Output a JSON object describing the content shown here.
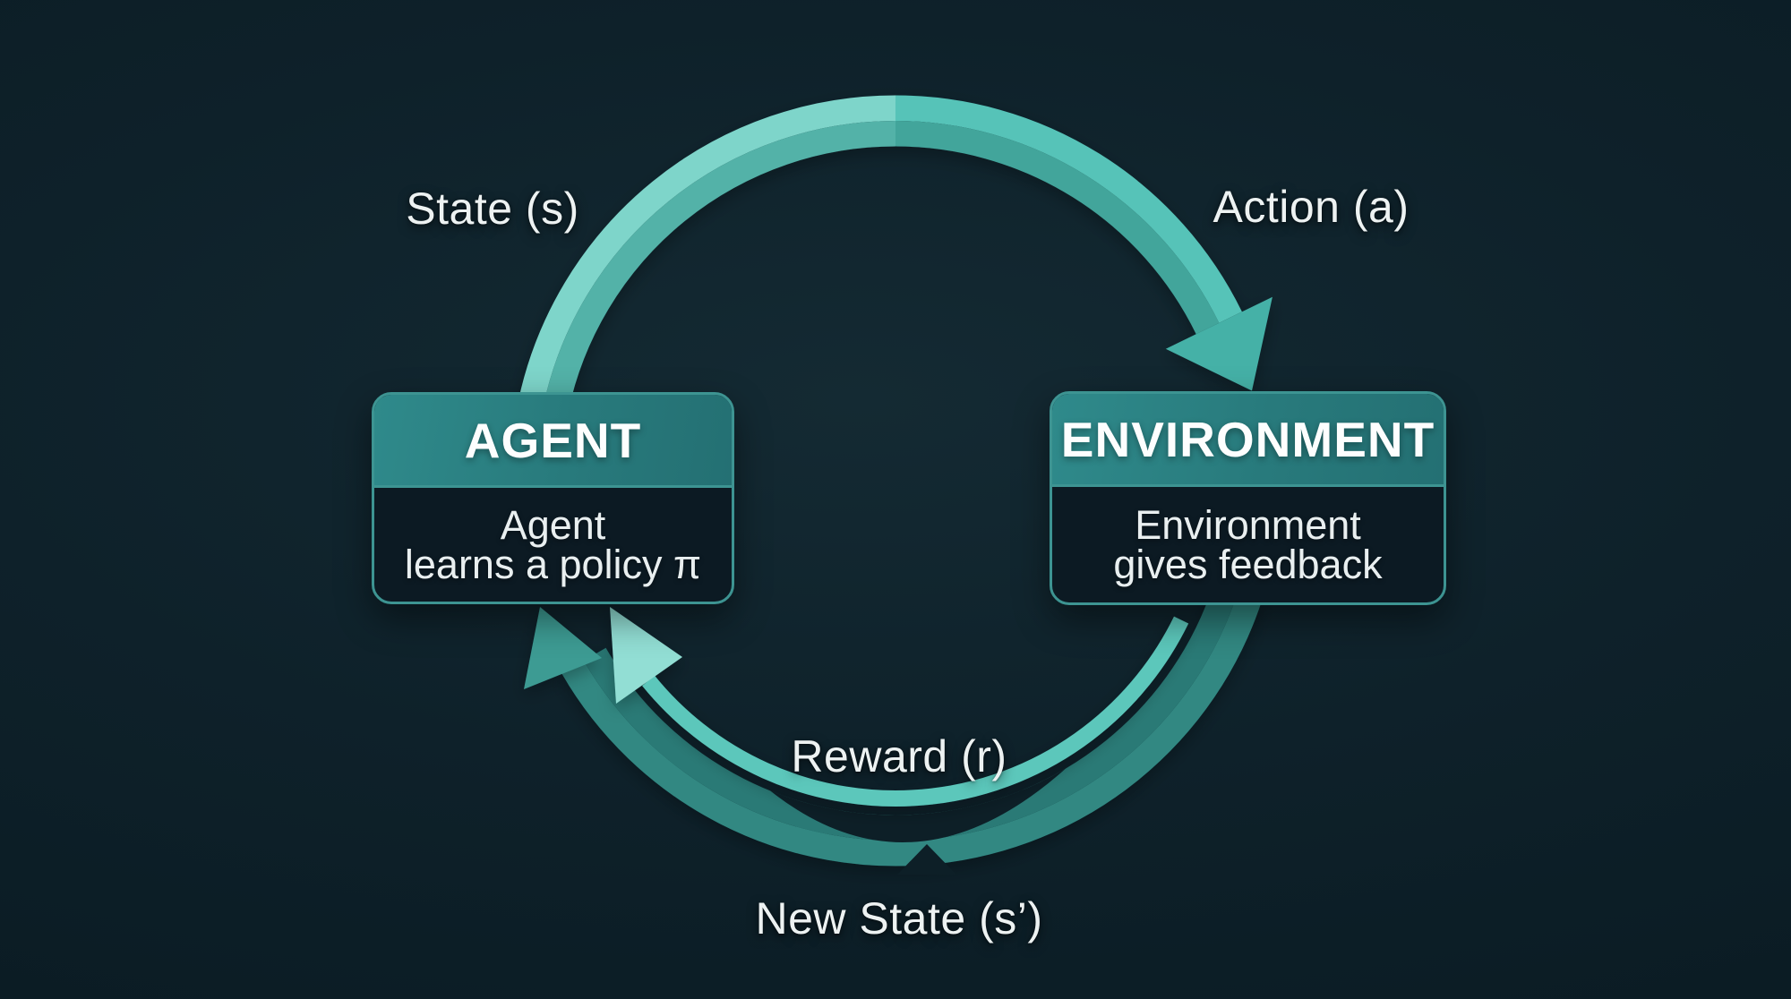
{
  "diagram": {
    "flow_labels": {
      "state": "State (s)",
      "action": "Action (a)",
      "reward": "Reward (r)",
      "new_state": "New State (s’)"
    },
    "agent_box": {
      "title": "AGENT",
      "description_line1": "Agent",
      "description_line2": "learns a policy π"
    },
    "environment_box": {
      "title": "ENVIRONMENT",
      "description_line1": "Environment",
      "description_line2": "gives feedback"
    }
  },
  "colors": {
    "background": "#0d1f27",
    "ring_light_outer": "#7ed5ca",
    "ring_light_inner": "#52b2a8",
    "ring_right_outer": "#56c3b8",
    "ring_right_inner": "#43a59b",
    "ring_dark_outer": "#318882",
    "ring_dark_inner": "#2a7a76",
    "reward_arc": "#5cc7bb",
    "action_arrowhead": "#45b1a7",
    "new_state_arrowhead": "#3d9b93",
    "reward_arrowhead": "#92ded4",
    "box_header": "#2b7f80",
    "box_border": "#3d9492",
    "box_body": "#0c1a23",
    "label_text": "#edf2f2"
  }
}
